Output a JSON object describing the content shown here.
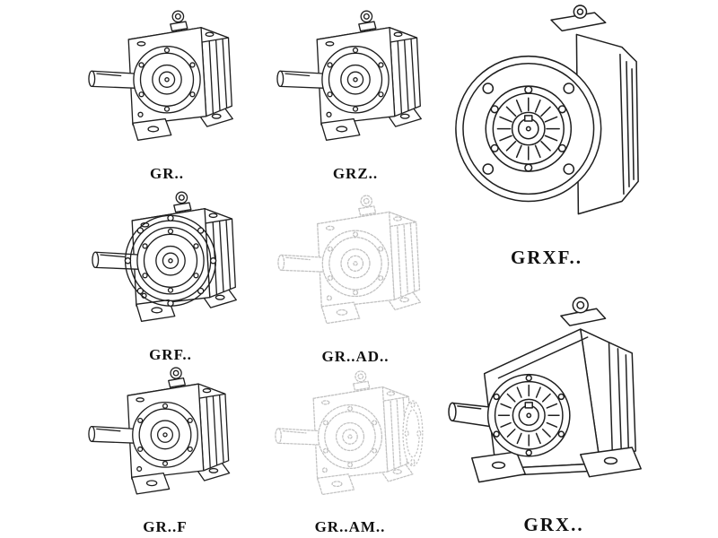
{
  "page": {
    "background": "#ffffff",
    "line_color": "#1f1f1f",
    "ghost_line_color": "#c2c2c2",
    "description": "Catalog sheet of helical gear reducer model variants, isometric line drawings"
  },
  "figures": [
    {
      "label": "GR..",
      "drawing": "foot-mounted-helical-gear-reducer",
      "ghost": false
    },
    {
      "label": "GRZ..",
      "drawing": "foot-mounted-helical-gear-reducer",
      "ghost": false
    },
    {
      "label": "GRXF..",
      "drawing": "flange-mounted-reducer-front-view",
      "ghost": false
    },
    {
      "label": "GRF..",
      "drawing": "flange-mounted-helical-gear-reducer",
      "ghost": false
    },
    {
      "label": "GR..AD..",
      "drawing": "reducer-with-input-shaft-adapter",
      "ghost": true
    },
    {
      "label": "GR..F",
      "drawing": "foot-mounted-helical-gear-reducer",
      "ghost": false
    },
    {
      "label": "GR..AM..",
      "drawing": "reducer-with-motor-adapter-flange",
      "ghost": true
    },
    {
      "label": "GRX..",
      "drawing": "large-foot-mounted-helical-gear-reducer",
      "ghost": false
    }
  ]
}
